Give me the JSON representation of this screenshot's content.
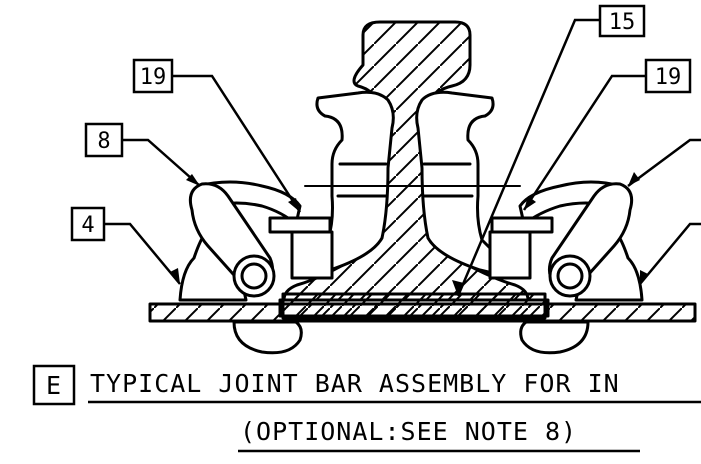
{
  "callouts": {
    "top_center": "15",
    "left_upper": "19",
    "right_upper": "19",
    "left_mid": "8",
    "left_low": "4"
  },
  "section_marker": "E",
  "caption": {
    "line1": "TYPICAL JOINT BAR ASSEMBLY FOR IN",
    "line2": "(OPTIONAL:SEE NOTE 8)"
  }
}
